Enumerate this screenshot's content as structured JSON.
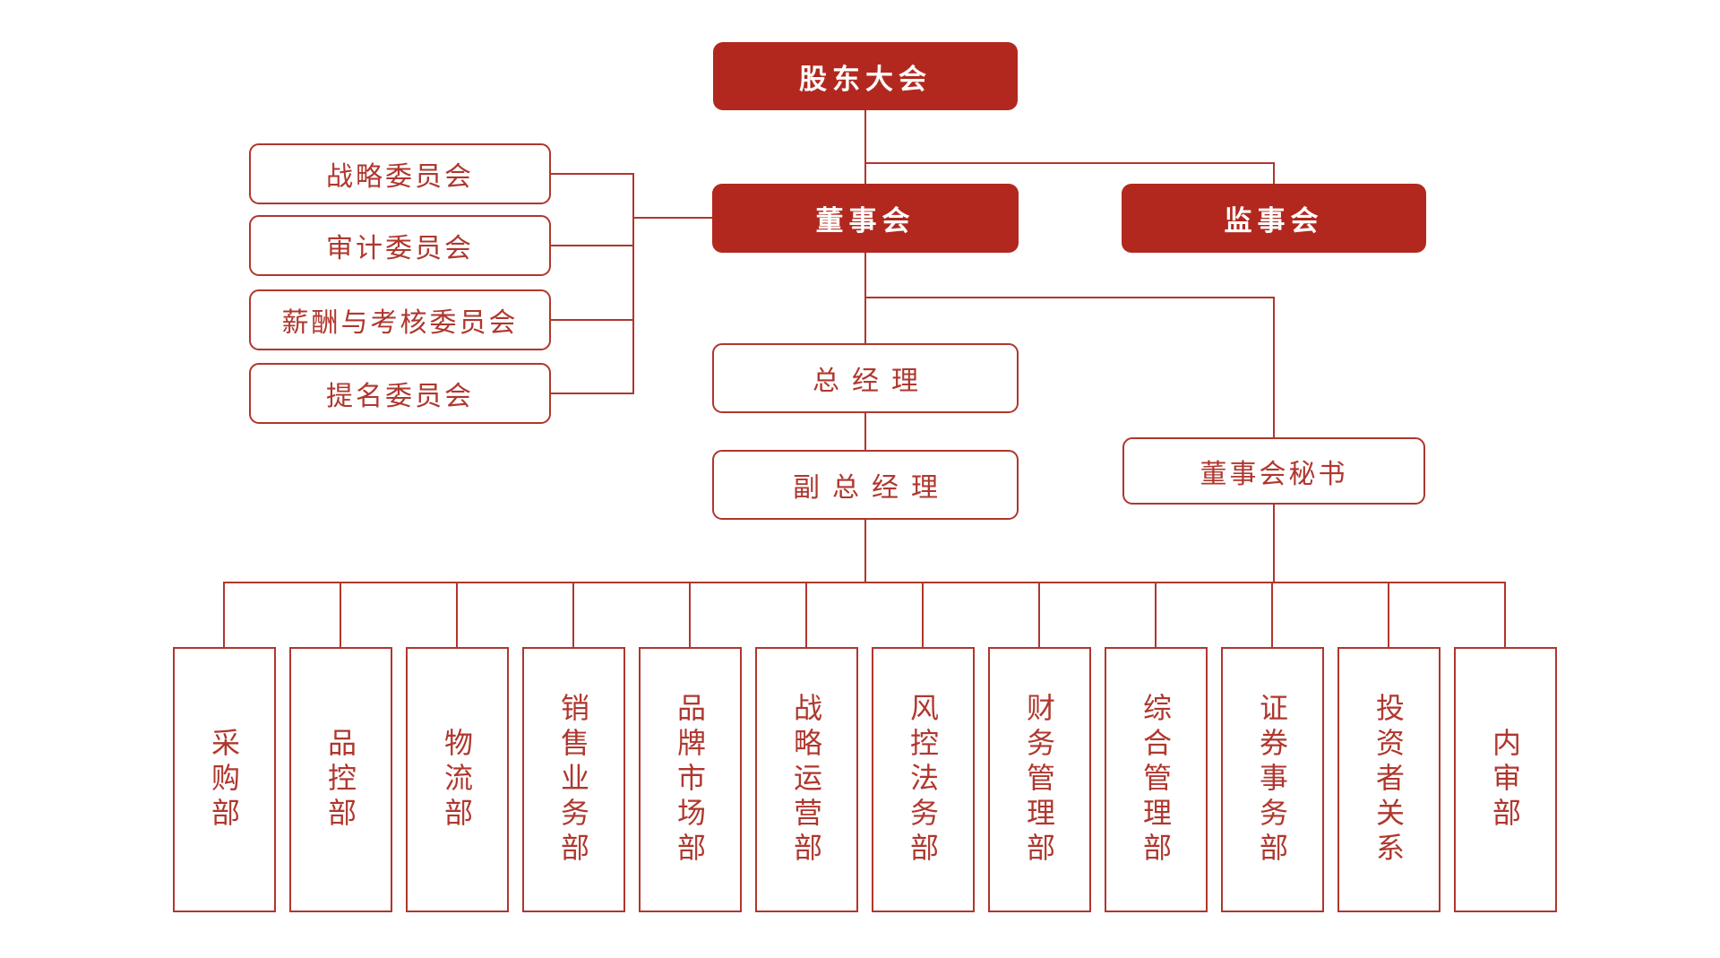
{
  "colors": {
    "box_fill_red": "#B2281E",
    "line_red": "#AF372E",
    "text_on_fill": "#FFFFFF",
    "background": "#FFFFFF"
  },
  "top_nodes": {
    "shareholders_meeting": "股东大会",
    "board_of_directors": "董事会",
    "supervisory_board": "监事会"
  },
  "management_nodes": {
    "general_manager": "总经理",
    "deputy_general_manager": "副总经理",
    "board_secretary": "董事会秘书"
  },
  "committees": [
    "战略委员会",
    "审计委员会",
    "薪酬与考核委员会",
    "提名委员会"
  ],
  "departments": [
    "采购部",
    "品控部",
    "物流部",
    "销售业务部",
    "品牌市场部",
    "战略运营部",
    "风控法务部",
    "财务管理部",
    "综合管理部",
    "证券事务部",
    "投资者关系",
    "内审部"
  ]
}
